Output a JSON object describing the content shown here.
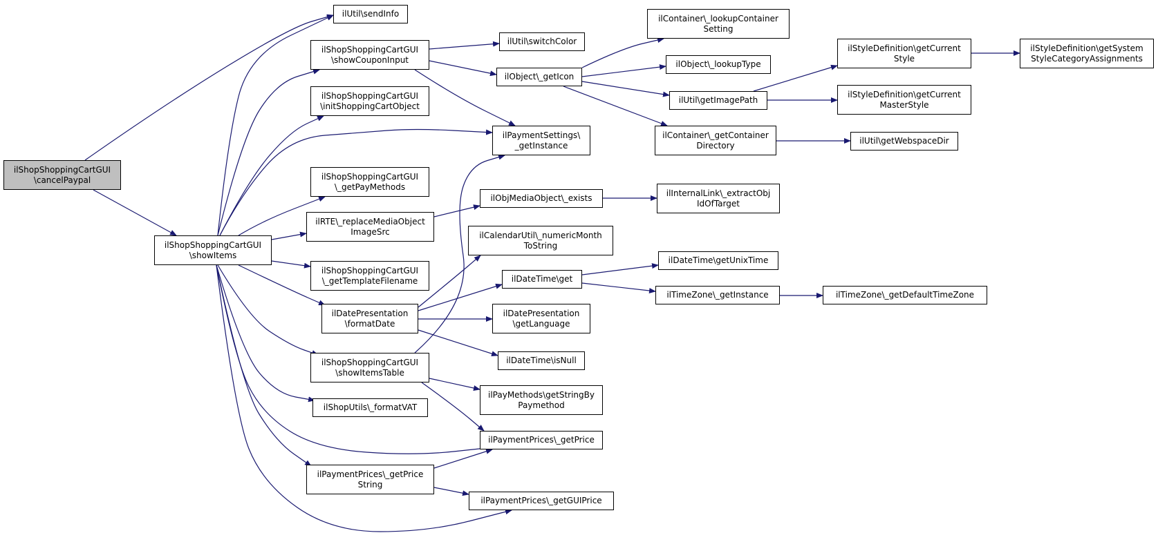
{
  "nodes": {
    "cancelPaypal": [
      "ilShopShoppingCartGUI",
      "\\cancelPaypal"
    ],
    "showItems": [
      "ilShopShoppingCartGUI",
      "\\showItems"
    ],
    "sendInfo": [
      "ilUtil\\sendInfo"
    ],
    "showCouponInput": [
      "ilShopShoppingCartGUI",
      "\\showCouponInput"
    ],
    "initShoppingCartObject": [
      "ilShopShoppingCartGUI",
      "\\initShoppingCartObject"
    ],
    "getPayMethods": [
      "ilShopShoppingCartGUI",
      "\\_getPayMethods"
    ],
    "replaceMediaObject": [
      "ilRTE\\_replaceMediaObject",
      "ImageSrc"
    ],
    "getTemplateFilename": [
      "ilShopShoppingCartGUI",
      "\\_getTemplateFilename"
    ],
    "formatDate": [
      "ilDatePresentation",
      "\\formatDate"
    ],
    "showItemsTable": [
      "ilShopShoppingCartGUI",
      "\\showItemsTable"
    ],
    "formatVAT": [
      "ilShopUtils\\_formatVAT"
    ],
    "getPriceString": [
      "ilPaymentPrices\\_getPrice",
      "String"
    ],
    "switchColor": [
      "ilUtil\\switchColor"
    ],
    "getIcon": [
      "ilObject\\_getIcon"
    ],
    "paymentSettings": [
      "ilPaymentSettings\\",
      "_getInstance"
    ],
    "mediaExists": [
      "ilObjMediaObject\\_exists"
    ],
    "numericMonth": [
      "ilCalendarUtil\\_numericMonth",
      "ToString"
    ],
    "dateTimeGet": [
      "ilDateTime\\get"
    ],
    "getLanguage": [
      "ilDatePresentation",
      "\\getLanguage"
    ],
    "isNull": [
      "ilDateTime\\isNull"
    ],
    "getStringByPaymethod": [
      "ilPayMethods\\getStringBy",
      "Paymethod"
    ],
    "getPrice": [
      "ilPaymentPrices\\_getPrice"
    ],
    "getGUIPrice": [
      "ilPaymentPrices\\_getGUIPrice"
    ],
    "lookupContainerSetting": [
      "ilContainer\\_lookupContainer",
      "Setting"
    ],
    "lookupType": [
      "ilObject\\_lookupType"
    ],
    "getImagePath": [
      "ilUtil\\getImagePath"
    ],
    "getContainerDirectory": [
      "ilContainer\\_getContainer",
      "Directory"
    ],
    "extractObjId": [
      "ilInternalLink\\_extractObj",
      "IdOfTarget"
    ],
    "getUnixTime": [
      "ilDateTime\\getUnixTime"
    ],
    "tzGetInstance": [
      "ilTimeZone\\_getInstance"
    ],
    "getCurrentStyle": [
      "ilStyleDefinition\\getCurrent",
      "Style"
    ],
    "getCurrentMasterStyle": [
      "ilStyleDefinition\\getCurrent",
      "MasterStyle"
    ],
    "getWebspaceDir": [
      "ilUtil\\getWebspaceDir"
    ],
    "getDefaultTimeZone": [
      "ilTimeZone\\_getDefaultTimeZone"
    ],
    "getSystemStyle": [
      "ilStyleDefinition\\getSystem",
      "StyleCategoryAssignments"
    ]
  },
  "colors": {
    "edge": "#191970",
    "root_fill": "#bfbfbf",
    "node_border": "#000000"
  }
}
